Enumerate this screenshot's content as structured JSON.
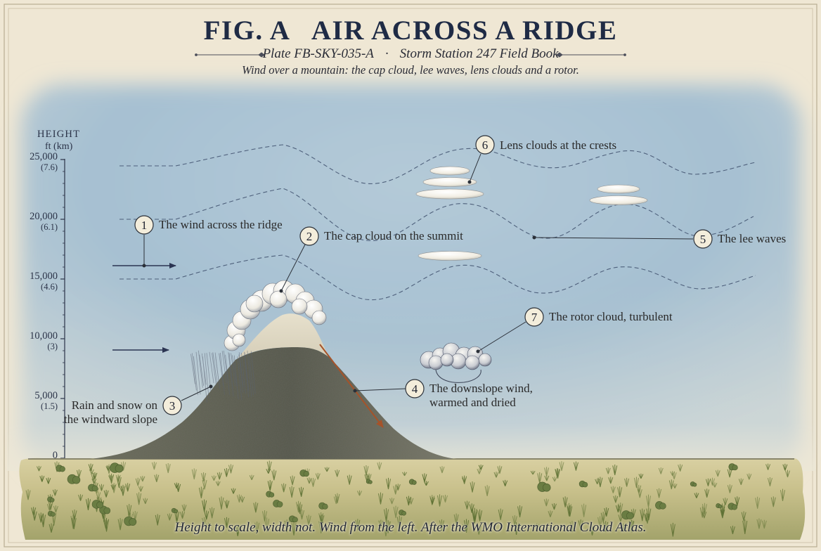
{
  "header": {
    "title": "FIG. A   AIR ACROSS A RIDGE",
    "plate": "Plate FB-SKY-035-A",
    "separator": "·",
    "source": "Storm Station 247 Field Book",
    "description": "Wind over a mountain: the cap cloud, lee waves, lens clouds and a rotor."
  },
  "axis": {
    "title": "HEIGHT",
    "unit": "ft (km)",
    "ticks": [
      {
        "ft": "25,000",
        "km": "(7.6)"
      },
      {
        "ft": "20,000",
        "km": "(6.1)"
      },
      {
        "ft": "15,000",
        "km": "(4.6)"
      },
      {
        "ft": "10,000",
        "km": "(3)"
      },
      {
        "ft": "5,000",
        "km": "(1.5)"
      },
      {
        "ft": "0",
        "km": ""
      }
    ]
  },
  "callouts": [
    {
      "num": "1",
      "label": "The wind across the ridge"
    },
    {
      "num": "2",
      "label": "The cap cloud on the summit"
    },
    {
      "num": "3",
      "label": "Rain and snow on",
      "label2": "the windward slope"
    },
    {
      "num": "4",
      "label": "The downslope wind,",
      "label2": "warmed and dried"
    },
    {
      "num": "5",
      "label": "The lee waves"
    },
    {
      "num": "6",
      "label": "Lens clouds at the crests"
    },
    {
      "num": "7",
      "label": "The rotor cloud, turbulent"
    }
  ],
  "footer": "Height to scale, width not. Wind from the left. After the WMO International Cloud Atlas.",
  "colors": {
    "ink": "#1f2b45",
    "paper": "#efe7d4",
    "sky": "#9fbcd0",
    "mountain": "#5e6052",
    "grass": "#6f8141",
    "warm_arrow": "#a5532a"
  }
}
